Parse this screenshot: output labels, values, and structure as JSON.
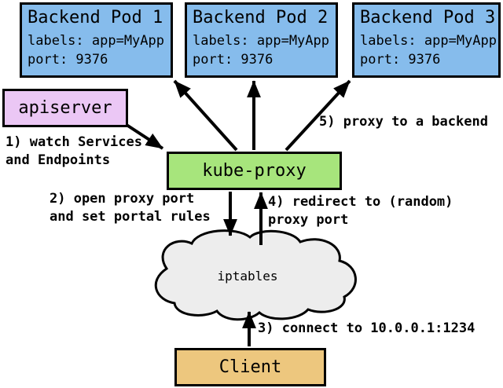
{
  "pods": [
    {
      "title": "Backend Pod 1",
      "labels": "labels: app=MyApp",
      "port": "port: 9376"
    },
    {
      "title": "Backend Pod 2",
      "labels": "labels: app=MyApp",
      "port": "port: 9376"
    },
    {
      "title": "Backend Pod 3",
      "labels": "labels: app=MyApp",
      "port": "port: 9376"
    }
  ],
  "pod_style": {
    "color": "#86bcec"
  },
  "nodes": {
    "apiserver": {
      "label": "apiserver",
      "color": "#ebc7f5"
    },
    "kube_proxy": {
      "label": "kube-proxy",
      "color": "#a7e57c"
    },
    "iptables": {
      "label": "iptables",
      "color": "#ededed"
    },
    "client": {
      "label": "Client",
      "color": "#edc77e"
    }
  },
  "annotations": {
    "watch_line1": "1) watch Services",
    "watch_line2": "and Endpoints",
    "open_line1": "2) open proxy port",
    "open_line2": "and set portal rules",
    "connect": "3) connect to 10.0.0.1:1234",
    "redirect_line1": "4) redirect to (random)",
    "redirect_line2": "proxy port",
    "proxy": "5) proxy to a backend"
  },
  "colors": {
    "border": "#000000",
    "background": "#ffffff"
  }
}
